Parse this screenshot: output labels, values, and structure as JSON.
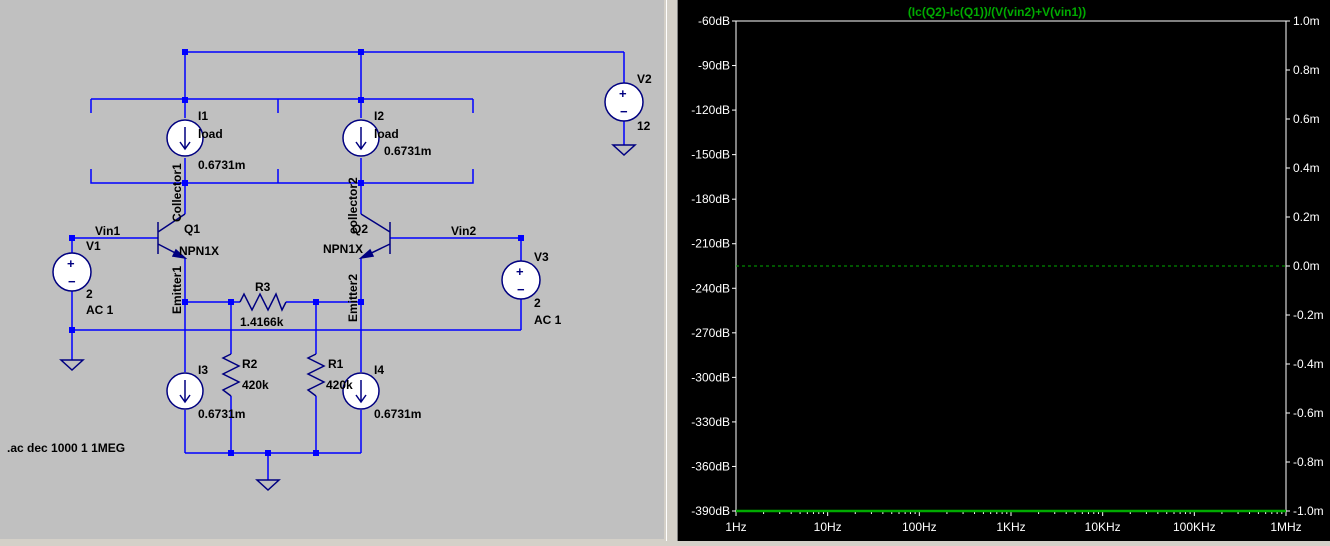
{
  "schematic": {
    "background": "#c0c0c0",
    "wire_color": "#0000ff",
    "labels": {
      "I1_name": "I1",
      "I1_type": "load",
      "I1_value": "0.6731m",
      "I2_name": "I2",
      "I2_type": "load",
      "I2_value": "0.6731m",
      "I3_name": "I3",
      "I3_value": "0.6731m",
      "I4_name": "I4",
      "I4_value": "0.6731m",
      "V1_name": "V1",
      "V1_dc": "2",
      "V1_ac": "AC 1",
      "V2_name": "V2",
      "V2_value": "12",
      "V3_name": "V3",
      "V3_dc": "2",
      "V3_ac": "AC 1",
      "Q1_name": "Q1",
      "Q1_model": "NPN1X",
      "Q2_name": "Q2",
      "Q2_model": "NPN1X",
      "R1_name": "R1",
      "R1_value": "420k",
      "R2_name": "R2",
      "R2_value": "420k",
      "R3_name": "R3",
      "R3_value": "1.4166k",
      "net_vin1": "Vin1",
      "net_vin2": "Vin2",
      "net_collector1": "Collector1",
      "net_collector2": "collector2",
      "net_emitter1": "Emitter1",
      "net_emitter2": "Emitter2",
      "directive": ".ac dec 1000 1 1MEG"
    }
  },
  "plot": {
    "trace_label": "(Ic(Q2)-Ic(Q1))/(V(vin2)+V(vin1))",
    "trace_color": "#00aa00",
    "axis_color": "#ffffff"
  },
  "chart_data": {
    "type": "line",
    "title": "(Ic(Q2)-Ic(Q1))/(V(vin2)+V(vin1))",
    "x_scale": "log",
    "xlim": [
      1,
      1000000
    ],
    "x_ticks": [
      "1Hz",
      "10Hz",
      "100Hz",
      "1KHz",
      "10KHz",
      "100KHz",
      "1MHz"
    ],
    "ylim": [
      -390,
      -60
    ],
    "y_ticks": [
      "-60dB",
      "-90dB",
      "-120dB",
      "-150dB",
      "-180dB",
      "-210dB",
      "-240dB",
      "-270dB",
      "-300dB",
      "-330dB",
      "-360dB",
      "-390dB"
    ],
    "y2lim": [
      -1.0,
      1.0
    ],
    "y2_ticks": [
      "1.0m",
      "0.8m",
      "0.6m",
      "0.4m",
      "0.2m",
      "0.0m",
      "-0.2m",
      "-0.4m",
      "-0.6m",
      "-0.8m",
      "-1.0m"
    ],
    "series": [
      {
        "x": [
          1,
          10,
          100,
          1000,
          10000,
          100000,
          1000000
        ],
        "y": [
          -390,
          -390,
          -390,
          -390,
          -390,
          -390,
          -390
        ]
      }
    ],
    "grid": false,
    "phase_ref_line": 0.0
  }
}
